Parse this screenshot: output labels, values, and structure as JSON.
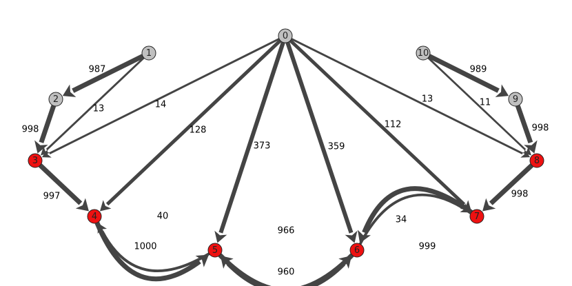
{
  "colors": {
    "edge": "#444444",
    "node_gray": "#c0c0c0",
    "node_red": "#ee1111",
    "node_stroke": "#222222",
    "label_bg": "#ffffff"
  },
  "graph": {
    "nodes": [
      {
        "id": "0",
        "label": "0",
        "fill": "gray"
      },
      {
        "id": "1",
        "label": "1",
        "fill": "gray"
      },
      {
        "id": "2",
        "label": "2",
        "fill": "gray"
      },
      {
        "id": "3",
        "label": "3",
        "fill": "red"
      },
      {
        "id": "4",
        "label": "4",
        "fill": "red"
      },
      {
        "id": "5",
        "label": "5",
        "fill": "red"
      },
      {
        "id": "6",
        "label": "6",
        "fill": "red"
      },
      {
        "id": "7",
        "label": "7",
        "fill": "red"
      },
      {
        "id": "8",
        "label": "8",
        "fill": "red"
      },
      {
        "id": "9",
        "label": "9",
        "fill": "gray"
      },
      {
        "id": "10",
        "label": "10",
        "fill": "gray"
      }
    ],
    "edges": [
      {
        "from": "1",
        "to": "2",
        "weight": "987"
      },
      {
        "from": "1",
        "to": "3",
        "weight": "13"
      },
      {
        "from": "2",
        "to": "3",
        "weight": "998"
      },
      {
        "from": "0",
        "to": "3",
        "weight": "14"
      },
      {
        "from": "0",
        "to": "4",
        "weight": "128"
      },
      {
        "from": "0",
        "to": "5",
        "weight": "373"
      },
      {
        "from": "0",
        "to": "6",
        "weight": "359"
      },
      {
        "from": "0",
        "to": "7",
        "weight": "112"
      },
      {
        "from": "0",
        "to": "8",
        "weight": "13"
      },
      {
        "from": "3",
        "to": "4",
        "weight": "997"
      },
      {
        "from": "5",
        "to": "4",
        "weight": "40"
      },
      {
        "from": "4",
        "to": "5",
        "weight": "1000"
      },
      {
        "from": "6",
        "to": "5",
        "weight": "966"
      },
      {
        "from": "5",
        "to": "6",
        "weight": "960"
      },
      {
        "from": "6",
        "to": "7",
        "weight": "34"
      },
      {
        "from": "7",
        "to": "6",
        "weight": "999"
      },
      {
        "from": "8",
        "to": "7",
        "weight": "998"
      },
      {
        "from": "9",
        "to": "8",
        "weight": "998"
      },
      {
        "from": "10",
        "to": "8",
        "weight": "11"
      },
      {
        "from": "10",
        "to": "9",
        "weight": "989"
      }
    ]
  }
}
